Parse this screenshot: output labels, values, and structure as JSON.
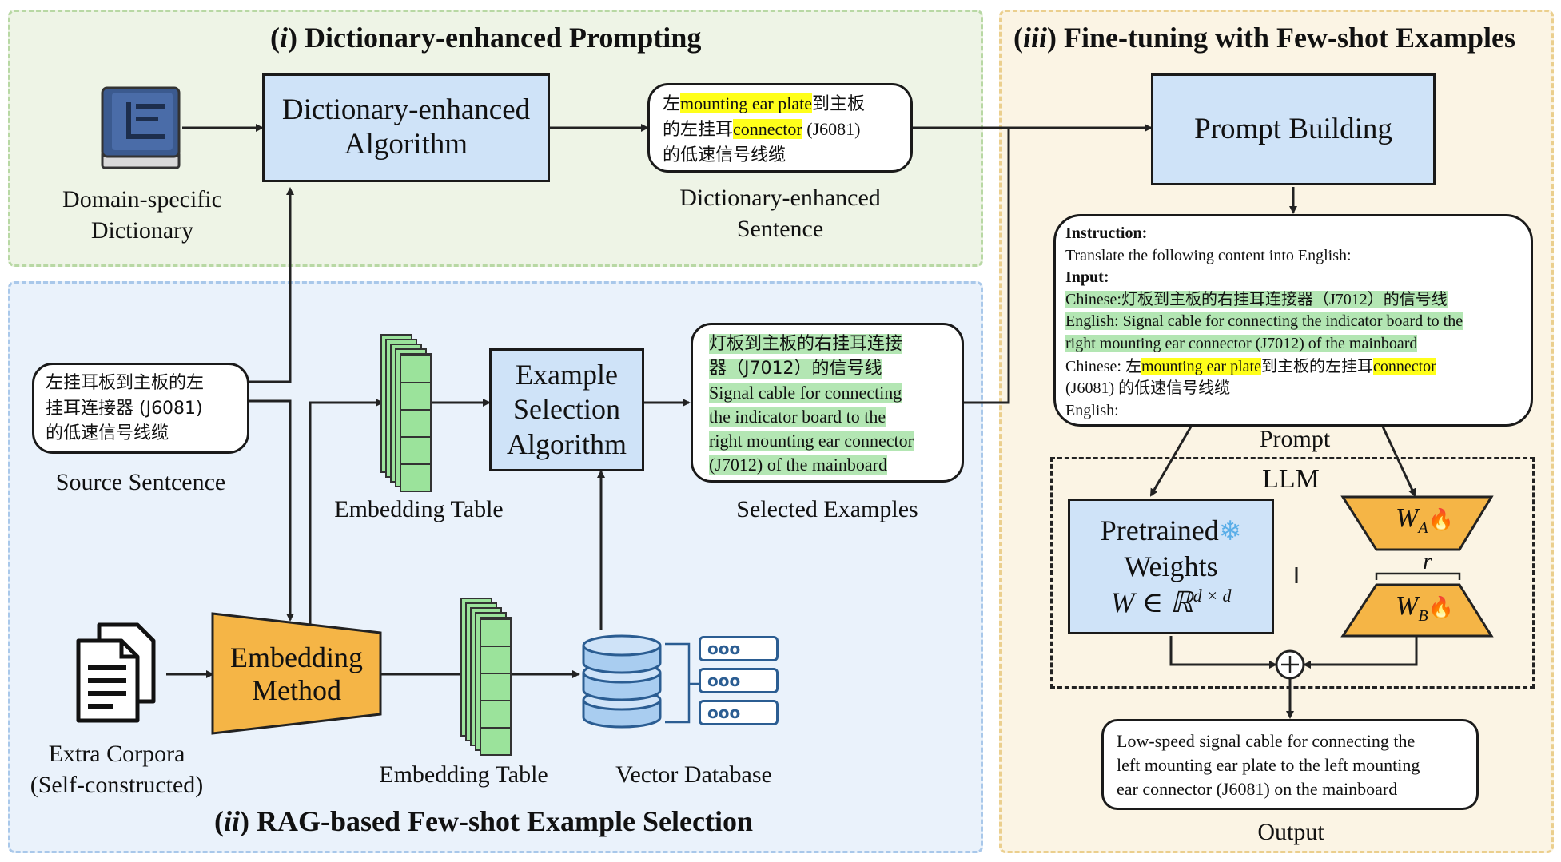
{
  "panels": {
    "i": {
      "roman": "i",
      "title": " Dictionary-enhanced Prompting"
    },
    "ii": {
      "roman": "ii",
      "title": " RAG-based Few-shot Example Selection"
    },
    "iii": {
      "roman": "iii",
      "title": " Fine-tuning with Few-shot Examples"
    }
  },
  "dictionary": {
    "label_line1": "Domain-specific",
    "label_line2": "Dictionary"
  },
  "dict_algorithm": {
    "line1": "Dictionary-enhanced",
    "line2": "Algorithm"
  },
  "dict_sentence": {
    "segments": [
      {
        "text": "左",
        "hl": ""
      },
      {
        "text": "mounting ear plate",
        "hl": "y"
      },
      {
        "text": "到主板",
        "hl": ""
      },
      {
        "text": "的左挂耳",
        "hl": ""
      },
      {
        "text": "connector",
        "hl": "y"
      },
      {
        "text": " (J6081)",
        "hl": ""
      },
      {
        "text": "的低速信号线缆",
        "hl": ""
      }
    ],
    "label_line1": "Dictionary-enhanced",
    "label_line2": "Sentence"
  },
  "prompt_building": {
    "label": "Prompt Building"
  },
  "source_sentence": {
    "line1": "左挂耳板到主板的左",
    "line2": "挂耳连接器 (J6081)",
    "line3": "的低速信号线缆",
    "label": "Source Sentcence"
  },
  "embedding_table_top": {
    "label": "Embedding Table"
  },
  "example_selection": {
    "line1": "Example",
    "line2": "Selection",
    "line3": "Algorithm"
  },
  "selected_examples": {
    "lines": [
      "灯板到主板的右挂耳连接",
      "器（J7012）的信号线",
      "Signal cable for connecting",
      "the indicator board to the",
      "right mounting ear connector",
      "(J7012) of the mainboard"
    ],
    "label": "Selected Examples"
  },
  "corpora": {
    "label_line1": "Extra Corpora",
    "label_line2": "(Self-constructed)"
  },
  "embedding_method": {
    "line1": "Embedding",
    "line2": "Method"
  },
  "embedding_table_bottom": {
    "label": "Embedding Table"
  },
  "vector_db": {
    "label": "Vector Database",
    "dots": "ooo"
  },
  "prompt": {
    "instruction_head": "Instruction:",
    "instruction_text": "Translate the following content into English:",
    "input_head": "Input:",
    "ex_cn": "Chinese:灯板到主板的右挂耳连接器（J7012）的信号线",
    "ex_en1": "English: Signal cable for connecting the indicator board to the",
    "ex_en2": "right mounting ear connector (J7012) of the mainboard",
    "q_cn_pre": "Chinese: 左",
    "q_cn_hl1": "mounting ear plate",
    "q_cn_mid": "到主板的左挂耳",
    "q_cn_hl2": "connector",
    "q_cn_l2": "(J6081) 的低速信号线缆",
    "q_en": "English:",
    "label": "Prompt"
  },
  "llm": {
    "label": "LLM",
    "pretrained_line1": "Pretrained",
    "pretrained_line2": "Weights",
    "pretrained_formula": "W ∈ ℝ",
    "pretrained_sup": "d × d",
    "snow_icon": "❄",
    "wa": "W",
    "wa_sub": "A",
    "wb": "W",
    "wb_sub": "B",
    "fire_icon": "🔥",
    "rank": "r",
    "plus": "+"
  },
  "output": {
    "line1": "Low-speed signal cable for connecting the",
    "line2": "left mounting ear plate to the left mounting",
    "line3": "ear connector (J6081) on the mainboard",
    "label": "Output"
  },
  "colors": {
    "blue_box": "#cfe3f8",
    "orange": "#f5b546",
    "green_cell": "#9be39b",
    "highlight_yellow": "#ffff1a",
    "highlight_green": "#b3e6b3"
  }
}
